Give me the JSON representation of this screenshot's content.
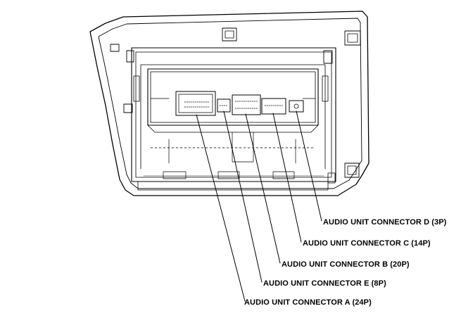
{
  "callouts": [
    {
      "id": "d",
      "label": "AUDIO UNIT CONNECTOR D (3P)"
    },
    {
      "id": "c",
      "label": "AUDIO UNIT CONNECTOR C (14P)"
    },
    {
      "id": "b",
      "label": "AUDIO UNIT CONNECTOR B (20P)"
    },
    {
      "id": "e",
      "label": "AUDIO UNIT CONNECTOR E (8P)"
    },
    {
      "id": "a",
      "label": "AUDIO UNIT CONNECTOR A (24P)"
    }
  ]
}
